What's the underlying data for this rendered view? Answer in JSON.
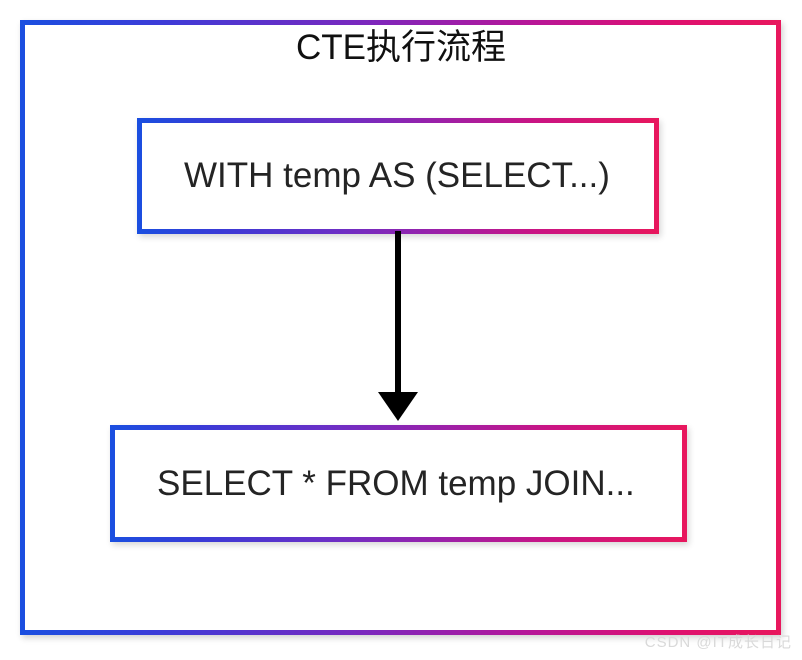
{
  "diagram": {
    "title": "CTE执行流程",
    "type": "flowchart",
    "orientation": "vertical",
    "nodes": [
      {
        "id": "cte-definition",
        "label": "WITH temp AS (SELECT...)",
        "order": 1
      },
      {
        "id": "cte-usage",
        "label": "SELECT * FROM temp JOIN...",
        "order": 2
      }
    ],
    "edges": [
      {
        "from": "cte-definition",
        "to": "cte-usage",
        "style": "solid-arrow",
        "color": "#000000"
      }
    ]
  },
  "colors": {
    "frame_gradient_start": "#1A4FE0",
    "frame_gradient_end": "#E8175D",
    "node_border_gradient_start": "#1A4FE0",
    "node_border_gradient_end": "#E8175D",
    "arrow": "#000000",
    "title_text": "#101010",
    "node_text": "#242424",
    "background": "#FFFFFF",
    "watermark_text": "#D9D9D9"
  },
  "watermark": {
    "text": "CSDN @IT成长日记"
  }
}
